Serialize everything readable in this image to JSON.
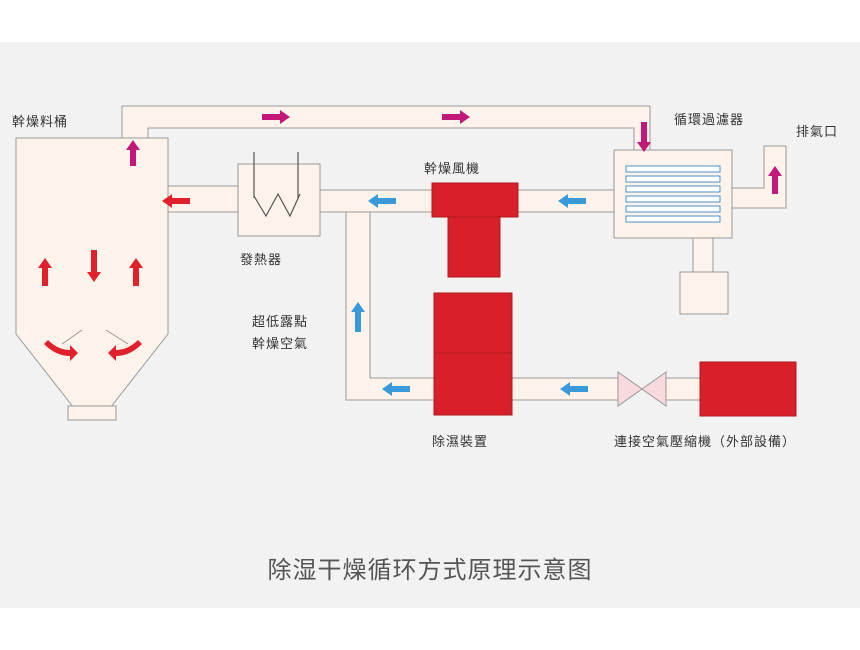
{
  "labels": {
    "hopper": "幹燥料桶",
    "filter": "循環過濾器",
    "exhaust": "排氣口",
    "blower": "幹燥風機",
    "heater": "發熱器",
    "dry_air_line1": "超低露點",
    "dry_air_line2": "幹燥空氣",
    "dehumidifier": "除濕裝置",
    "compressor": "連接空氣壓縮機（外部設備）"
  },
  "caption": "除湿干燥循环方式原理示意图",
  "colors": {
    "panel": "#f2f2f2",
    "pipe_fill": "#fdf3ea",
    "outline": "#999999",
    "equipment_red": "#d9202a",
    "arrow_magenta": "#c2187a",
    "arrow_blue": "#3a9ad9",
    "arrow_red": "#e0202a",
    "valve_pink": "#f7d9de"
  },
  "icons": [
    "magenta-arrow",
    "blue-arrow",
    "red-arrow",
    "valve-icon",
    "filter-grille-icon",
    "heater-coil-icon"
  ]
}
